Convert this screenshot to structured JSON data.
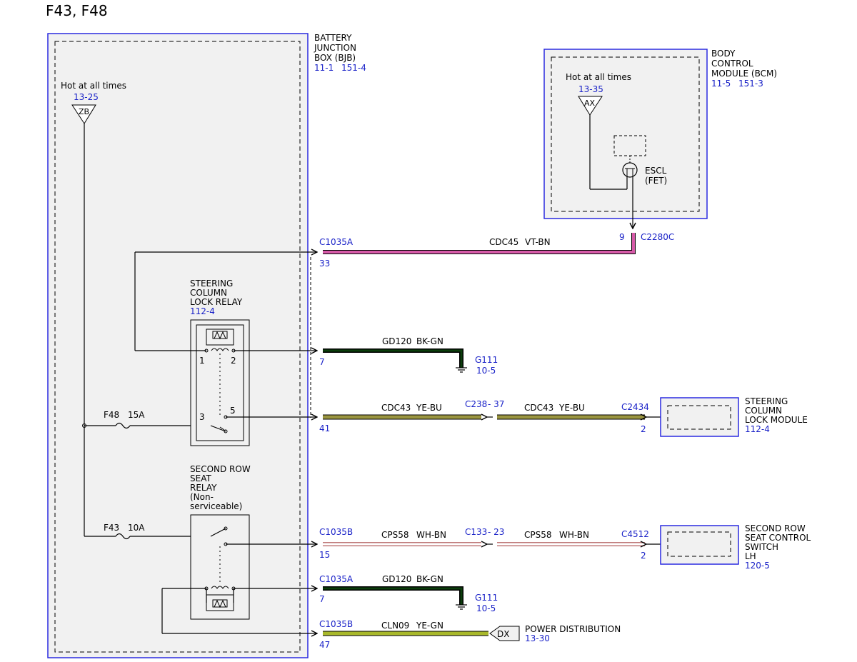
{
  "title": "F43, F48",
  "bjb": {
    "name_line1": "BATTERY",
    "name_line2": "JUNCTION",
    "name_line3": "BOX (BJB)",
    "ref1": "11-1",
    "ref2": "151-4",
    "hot_label": "Hot at all times",
    "hot_ref": "13-25",
    "hot_code": "ZB"
  },
  "bcm": {
    "name_line1": "BODY",
    "name_line2": "CONTROL",
    "name_line3": "MODULE (BCM)",
    "ref1": "11-5",
    "ref2": "151-3",
    "hot_label": "Hot at all times",
    "hot_ref": "13-35",
    "hot_code": "AX",
    "escl_line1": "ESCL",
    "escl_line2": "(FET)",
    "pin": "9",
    "connector": "C2280C"
  },
  "relay_scl": {
    "line1": "STEERING",
    "line2": "COLUMN",
    "line3": "LOCK RELAY",
    "ref": "112-4",
    "pin1": "1",
    "pin2": "2",
    "pin3": "3",
    "pin5": "5"
  },
  "relay_srs": {
    "line1": "SECOND ROW",
    "line2": "SEAT",
    "line3": "RELAY",
    "line4": "(Non-",
    "line5": "serviceable)"
  },
  "fuses": {
    "f48_name": "F48",
    "f48_rating": "15A",
    "f43_name": "F43",
    "f43_rating": "10A"
  },
  "wires": {
    "w1": {
      "connector": "C1035A",
      "pin": "33",
      "circuit": "CDC45",
      "color": "VT-BN"
    },
    "w2": {
      "pin": "7",
      "circuit": "GD120",
      "color": "BK-GN",
      "ground": "G111",
      "ground_ref": "10-5"
    },
    "w3": {
      "pin": "41",
      "circuit1": "CDC43",
      "color1": "YE-BU",
      "inline": "C238",
      "inline_pin": "- 37",
      "circuit2": "CDC43",
      "color2": "YE-BU",
      "end_connector": "C2434",
      "end_pin": "2"
    },
    "w4": {
      "connector": "C1035B",
      "pin": "15",
      "circuit1": "CPS58",
      "color1": "WH-BN",
      "inline": "C133",
      "inline_pin": "- 23",
      "circuit2": "CPS58",
      "color2": "WH-BN",
      "end_connector": "C4512",
      "end_pin": "2"
    },
    "w5": {
      "connector": "C1035A",
      "pin": "7",
      "circuit": "GD120",
      "color": "BK-GN",
      "ground": "G111",
      "ground_ref": "10-5"
    },
    "w6": {
      "connector": "C1035B",
      "pin": "47",
      "circuit": "CLN09",
      "color": "YE-GN",
      "dest_code": "DX",
      "dest_name": "POWER DISTRIBUTION",
      "dest_ref": "13-30"
    }
  },
  "sclm": {
    "line1": "STEERING",
    "line2": "COLUMN",
    "line3": "LOCK MODULE",
    "ref": "112-4"
  },
  "srscs": {
    "line1": "SECOND ROW",
    "line2": "SEAT CONTROL",
    "line3": "SWITCH",
    "line4": "LH",
    "ref": "120-5"
  },
  "colors": {
    "vt_bn": "#d65aa8",
    "bk_gn": "#0b3d0b",
    "ye_bu": "#9a9540",
    "wh_bn": "#c07a7a",
    "ye_gn": "#a8b82a",
    "blue": "#1a22c8"
  }
}
